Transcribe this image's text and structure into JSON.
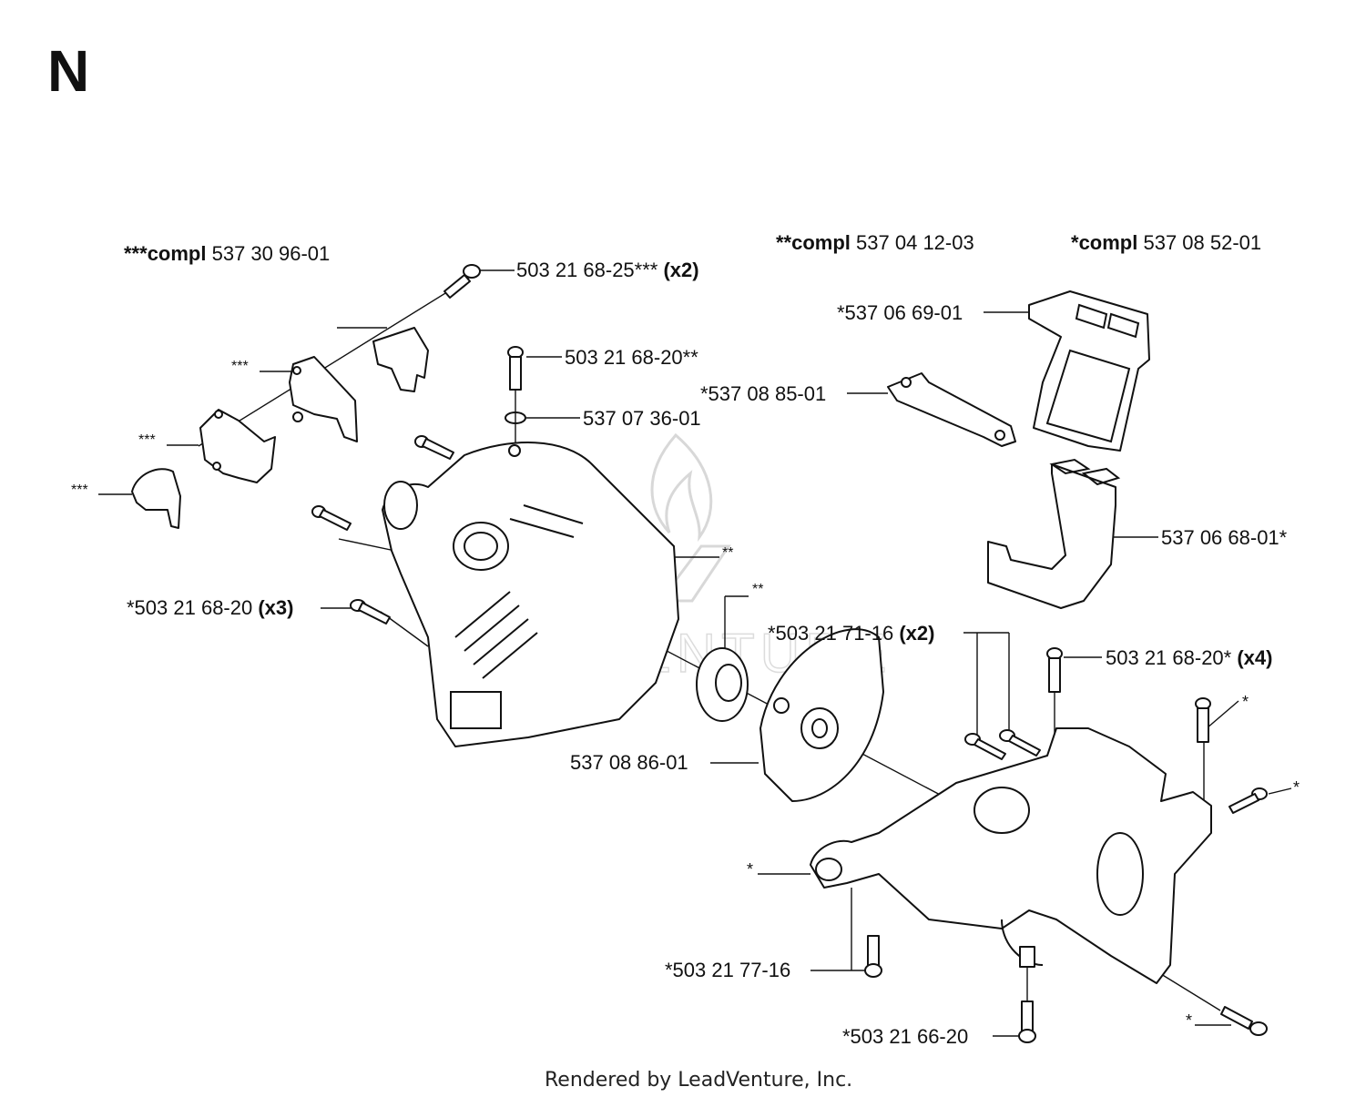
{
  "section_letter": "N",
  "kits": [
    {
      "stars": "***",
      "word": "compl",
      "number": "537 30 96-01"
    },
    {
      "stars": "**",
      "word": "compl",
      "number": "537 04 12-03"
    },
    {
      "stars": "*",
      "word": "compl",
      "number": "537 08 52-01"
    }
  ],
  "labels": {
    "p1": {
      "text": "503 21 68-25***",
      "qty": "(x2)"
    },
    "p2": {
      "text": "503 21 68-20**"
    },
    "p3": {
      "text": "537 07 36-01"
    },
    "p4": {
      "text": "*537 06 69-01"
    },
    "p5": {
      "text": "*537 08 85-01"
    },
    "p6": {
      "text": "537 06 68-01*"
    },
    "p7": {
      "text": "*503 21 68-20",
      "qty": "(x3)"
    },
    "p8": {
      "text": "*503 21 71-16",
      "qty": "(x2)"
    },
    "p9": {
      "text": "503 21 68-20*",
      "qty": "(x4)"
    },
    "p10": {
      "text": "537 08 86-01"
    },
    "p11": {
      "text": "*503 21 77-16"
    },
    "p12": {
      "text": "*503 21 66-20"
    }
  },
  "star_markers": {
    "s_a": "***",
    "s_b": "***",
    "s_c": "***",
    "s_d": "**",
    "s_e": "**",
    "s_f": "*",
    "s_g": "*",
    "s_h": "*",
    "s_i": "*"
  },
  "watermark": "LEADVENTURE",
  "footer": "Rendered by LeadVenture, Inc."
}
